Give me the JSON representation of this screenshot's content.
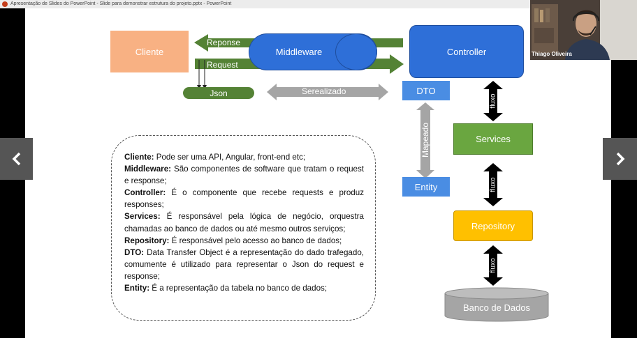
{
  "window": {
    "title": "Apresentação de Slides do PowerPoint  -  Slide para demonstrar estrutura do projeto.pptx  -  PowerPoint",
    "app_icon": "powerpoint-icon"
  },
  "diagram": {
    "cliente": "Cliente",
    "middleware": "Middleware",
    "controller": "Controller",
    "reponse": "Reponse",
    "request": "Request",
    "json": "Json",
    "serealizado": "Serealizado",
    "dto": "DTO",
    "mapeado": "Mapeado",
    "entity": "Entity",
    "services": "Services",
    "repository": "Repository",
    "banco": "Banco de Dados",
    "fluxo": "fluxo",
    "colors": {
      "orange": "#f8b183",
      "blue": "#2e6fd8",
      "green": "#548235",
      "services_green": "#6aa640",
      "repository_yellow": "#ffc000",
      "gray": "#a5a5a5"
    }
  },
  "description": [
    {
      "term": "Cliente:",
      "text": " Pode ser uma API, Angular, front-end etc;"
    },
    {
      "term": "Middleware:",
      "text": " São componentes de software que tratam o request e response;"
    },
    {
      "term": "Controller:",
      "text": " É o componente que recebe requests e produz responses;"
    },
    {
      "term": "Services:",
      "text": " É responsável pela lógica de negócio, orquestra chamadas ao banco de dados ou até mesmo outros serviços;"
    },
    {
      "term": "Repository:",
      "text": " É responsável pelo acesso ao banco de dados;"
    },
    {
      "term": "DTO:",
      "text": " Data Transfer Object é a representação do dado trafegado, comumente é utilizado para representar o Json do request e response;"
    },
    {
      "term": "Entity:",
      "text": " É a representação da tabela no banco de dados;"
    }
  ],
  "webcam": {
    "name": "Thiago Oliveira"
  },
  "nav": {
    "prev_icon": "chevron-left-icon",
    "next_icon": "chevron-right-icon"
  }
}
